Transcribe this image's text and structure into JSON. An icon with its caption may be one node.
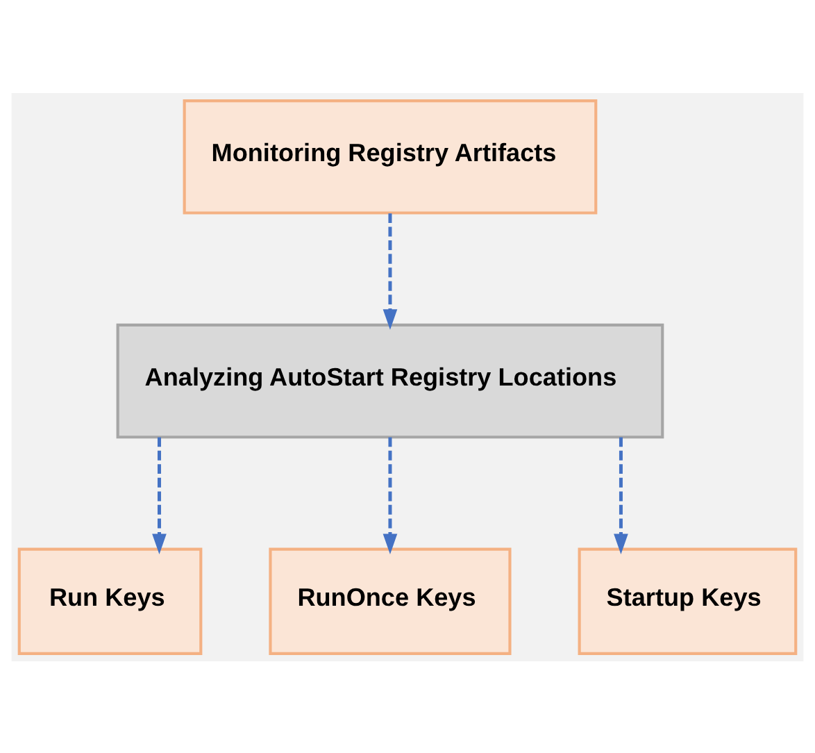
{
  "diagram": {
    "nodes": [
      {
        "text": [
          "Monitoring Registry Artifacts"
        ]
      },
      {
        "text": [
          "Analyzing AutoStart Registry Locations"
        ]
      },
      {
        "text": [
          "Run Keys"
        ]
      },
      {
        "text": [
          "RunOnce Keys"
        ]
      },
      {
        "text": [
          "Startup Keys"
        ]
      }
    ],
    "edges": [
      {
        "from": 0,
        "to": 1,
        "arrow": "to",
        "style": "dashed"
      },
      {
        "from": 1,
        "to": 2,
        "arrow": "to",
        "style": "dashed"
      },
      {
        "from": 1,
        "to": 3,
        "arrow": "to",
        "style": "dashed"
      },
      {
        "from": 1,
        "to": 4,
        "arrow": "to",
        "style": "dashed"
      }
    ]
  }
}
